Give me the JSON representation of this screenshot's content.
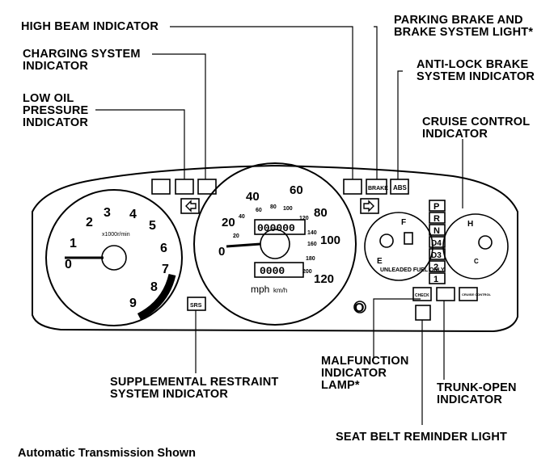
{
  "callouts": {
    "high_beam": "HIGH BEAM INDICATOR",
    "charging": "CHARGING SYSTEM\nINDICATOR",
    "low_oil": "LOW OIL\nPRESSURE\nINDICATOR",
    "parking_brake": "PARKING BRAKE AND\nBRAKE SYSTEM LIGHT*",
    "abs": "ANTI-LOCK BRAKE\nSYSTEM INDICATOR",
    "cruise": "CRUISE CONTROL\nINDICATOR",
    "srs": "SUPPLEMENTAL RESTRAINT\nSYSTEM INDICATOR",
    "malfunction": "MALFUNCTION\nINDICATOR\nLAMP*",
    "trunk": "TRUNK-OPEN\nINDICATOR",
    "seat_belt": "SEAT BELT REMINDER LIGHT"
  },
  "caption": "Automatic Transmission Shown",
  "tach": {
    "numbers": [
      "0",
      "1",
      "2",
      "3",
      "4",
      "5",
      "6",
      "7",
      "8",
      "9"
    ],
    "unit": "x1000r/min"
  },
  "speedo": {
    "mph": [
      "0",
      "20",
      "40",
      "60",
      "80",
      "100",
      "120"
    ],
    "kmh": [
      "20",
      "40",
      "60",
      "80",
      "100",
      "120",
      "140",
      "160",
      "180",
      "200"
    ],
    "unit_mph": "mph",
    "unit_kmh": "km/h",
    "odometer": "000000",
    "trip": "0000"
  },
  "warning_labels": {
    "brake": "BRAKE",
    "abs": "ABS",
    "srs": "SRS",
    "check": "CHECK",
    "cruise": "CRUISE\nCONTROL"
  },
  "gear_selector": [
    "P",
    "R",
    "N",
    "D4",
    "D3",
    "2",
    "1"
  ],
  "fuel": {
    "full": "F",
    "empty": "E",
    "note": "UNLEADED\nFUEL ONLY"
  },
  "temp": {
    "hot": "H",
    "cold": "C"
  },
  "trip_reset": "O"
}
